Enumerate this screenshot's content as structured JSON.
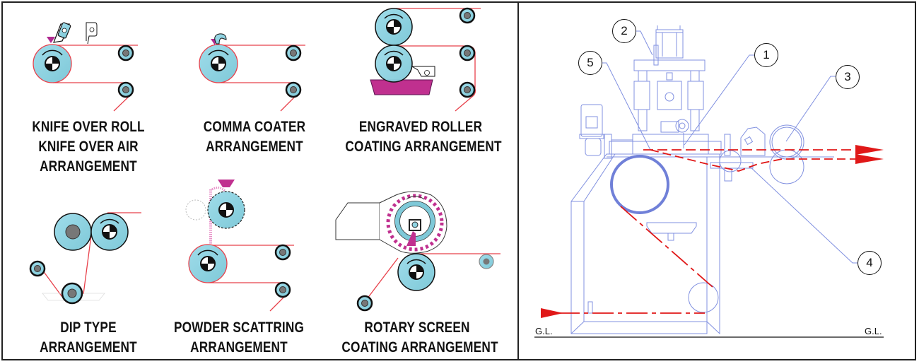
{
  "colors": {
    "roller_fill": "#8fd3e0",
    "roller_stroke": "#1a1a1a",
    "web_line": "#e8404a",
    "accent_magenta": "#c0308f",
    "drawing_blue": "#8090e0",
    "flow_red": "#e01818",
    "border": "#222222"
  },
  "arrangements": [
    {
      "id": "knife",
      "lines": [
        "KNIFE OVER ROLL",
        "KNIFE OVER AIR",
        "ARRANGEMENT"
      ]
    },
    {
      "id": "comma",
      "lines": [
        "COMMA COATER",
        "ARRANGEMENT"
      ]
    },
    {
      "id": "engraved",
      "lines": [
        "ENGRAVED ROLLER",
        "COATING ARRANGEMENT"
      ]
    },
    {
      "id": "dip",
      "lines": [
        "DIP TYPE",
        "ARRANGEMENT"
      ]
    },
    {
      "id": "powder",
      "lines": [
        "POWDER SCATTRING",
        "ARRANGEMENT"
      ]
    },
    {
      "id": "rotary",
      "lines": [
        "ROTARY SCREEN",
        "COATING ARRANGEMENT"
      ]
    }
  ],
  "machine_drawing": {
    "callouts": [
      "1",
      "2",
      "3",
      "4",
      "5"
    ],
    "ground_label_left": "G.L.",
    "ground_label_right": "G.L."
  }
}
